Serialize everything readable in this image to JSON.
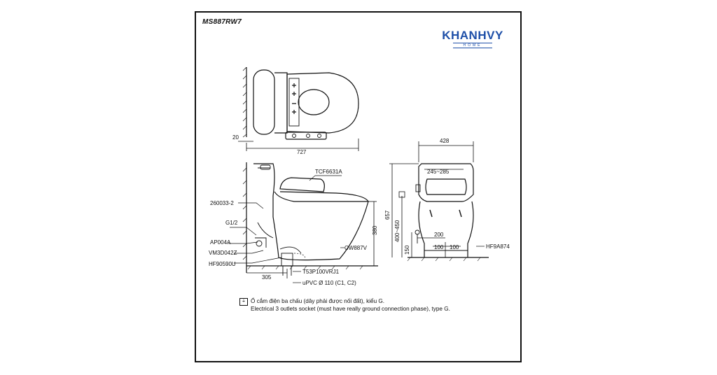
{
  "model": "MS887RW7",
  "brand": {
    "name": "KHANHVY",
    "sub": "HOME",
    "color": "#1e4fa8"
  },
  "top_view": {
    "wall_offset": "20",
    "length": "727"
  },
  "side_view": {
    "seat_model": "TCF6631A",
    "bowl_model": "CW887V",
    "height": "380",
    "rough_in": "305",
    "parts": [
      "260033-2",
      "G1/2",
      "AP004A",
      "VM3D042Z",
      "HF90590U"
    ],
    "flange": "T53P100VRJ1",
    "pipe": "uPVC Ø 110 (C1, C2)"
  },
  "front_view": {
    "width": "428",
    "seat_width": "245~285",
    "total_height": "657",
    "supply_height": "400~450",
    "supply_offset": "200",
    "dim_100_left": "100",
    "dim_100_right": "100",
    "base_height": "150",
    "valve": "HF9A874"
  },
  "note": {
    "icon": "⏚",
    "vi": "Ổ cắm điện ba chấu (dây phải được nối đất), kiểu G.",
    "en": "Electrical 3 outlets socket (must have really ground connection phase), type G."
  }
}
